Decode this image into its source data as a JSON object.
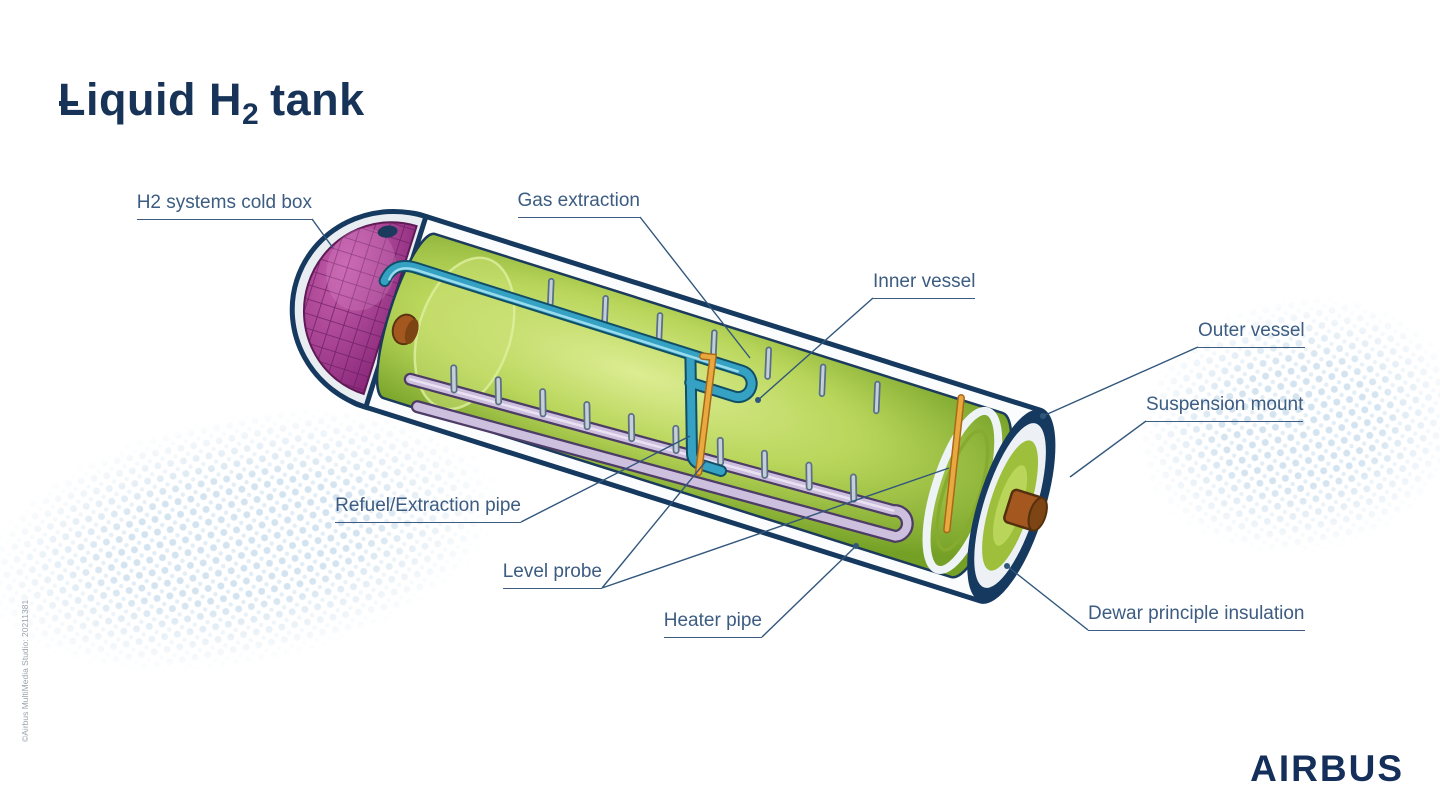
{
  "title": {
    "text_prefix": "Liquid H",
    "subscript": "2",
    "text_suffix": "tank"
  },
  "labels": {
    "cold_box": "H2 systems cold box",
    "gas_extraction": "Gas extraction",
    "inner_vessel": "Inner vessel",
    "outer_vessel": "Outer vessel",
    "suspension_mount": "Suspension mount",
    "refuel_pipe": "Refuel/Extraction pipe",
    "level_probe": "Level probe",
    "heater_pipe": "Heater pipe",
    "dewar_insulation": "Dewar principle insulation"
  },
  "brand": {
    "logo_text": "AIRBUS"
  },
  "credit": {
    "text": "©Airbus MultiMedia Studio: 20211381"
  },
  "colors": {
    "navy": "#16395f",
    "label_blue": "#3c5c82",
    "tank_green": "#a9cc45",
    "cold_box_purple": "#8c2a7c",
    "pipe_teal": "#35a2c4",
    "probe_orange": "#e9a93e",
    "heater_lavender": "#cdbfde",
    "mount_brown": "#a4581f"
  }
}
